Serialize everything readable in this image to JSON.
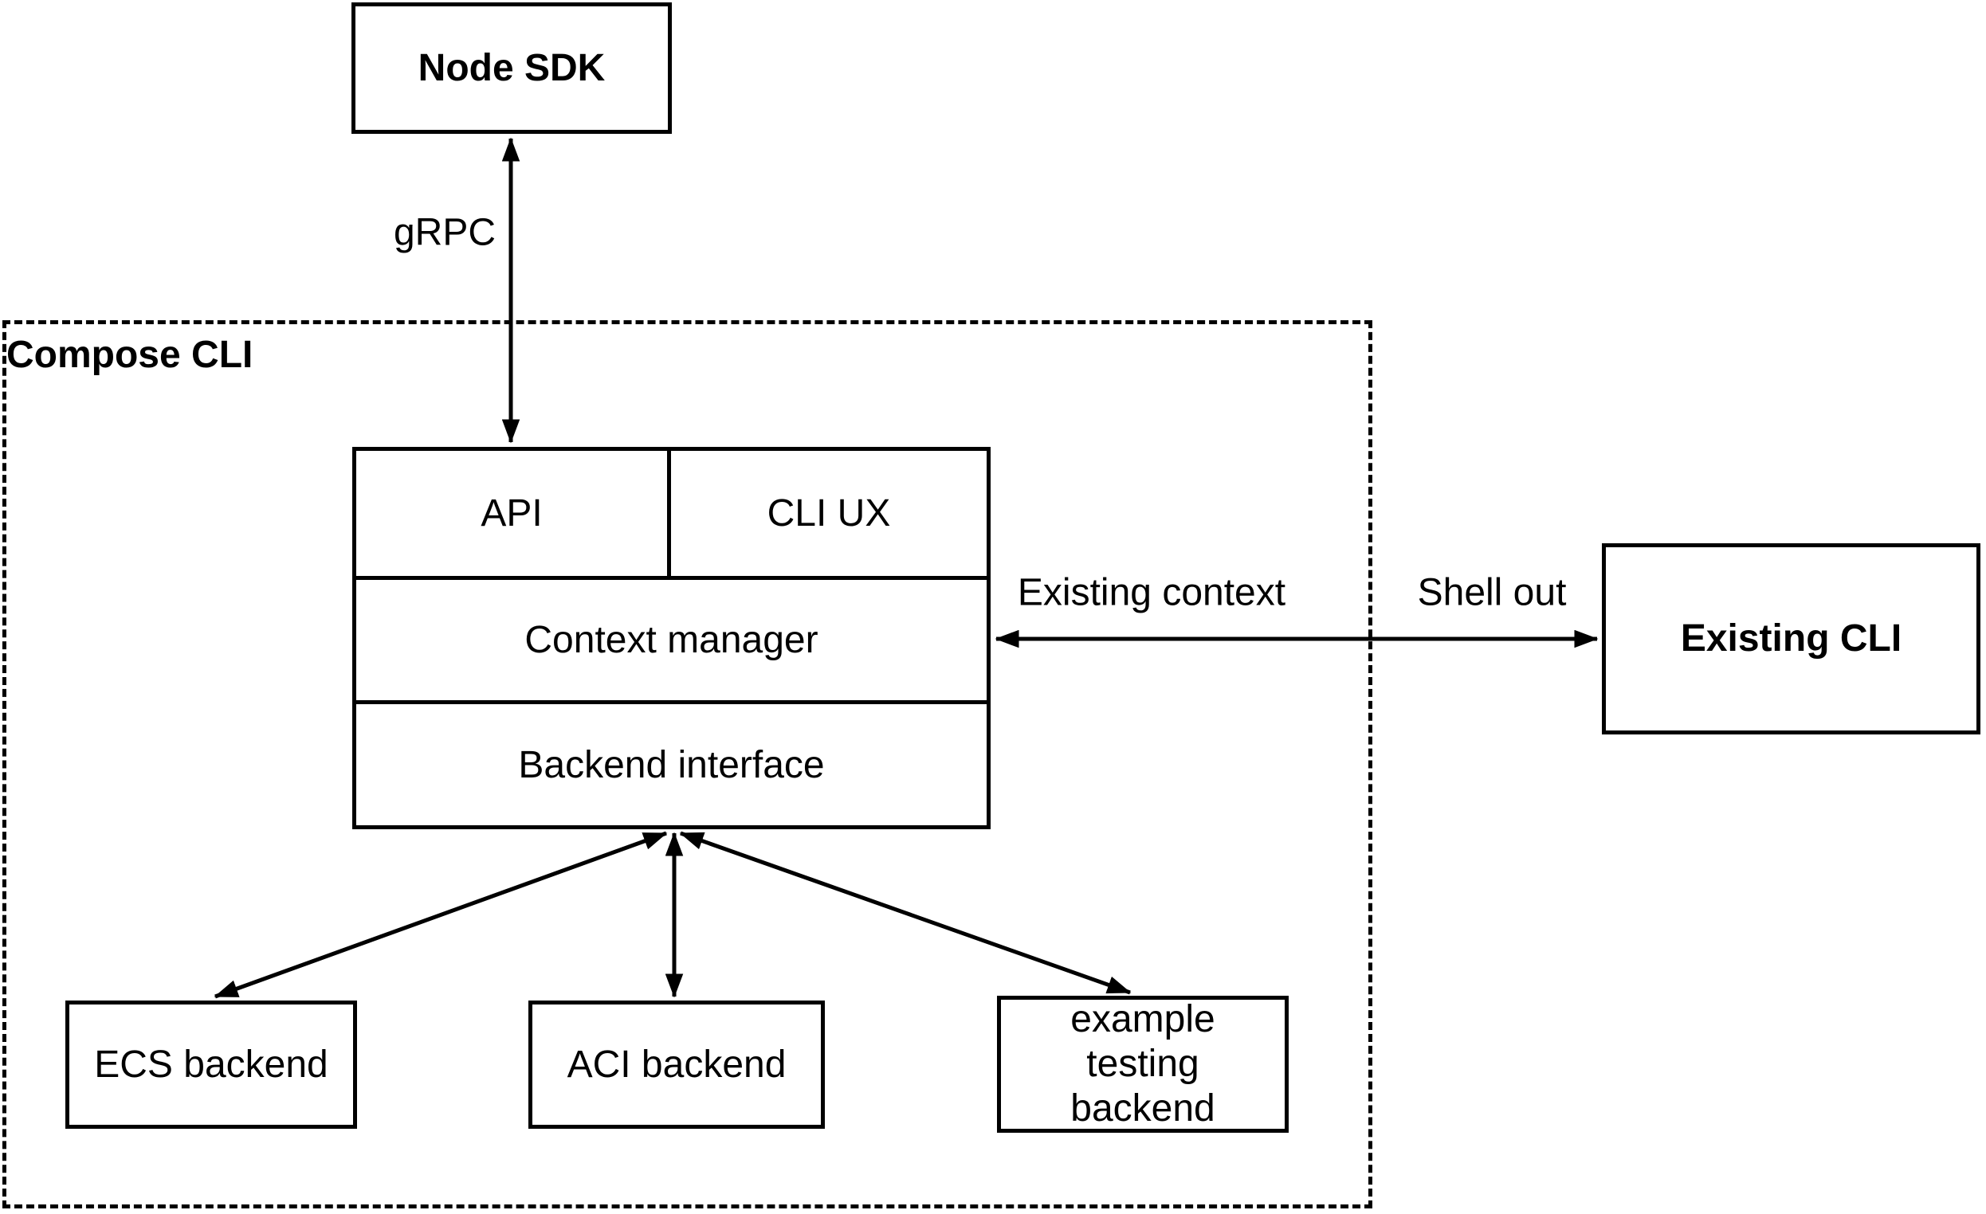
{
  "diagram": {
    "nodes": {
      "node_sdk": {
        "label": "Node SDK"
      },
      "compose_cli": {
        "label": "Compose CLI"
      },
      "api": {
        "label": "API"
      },
      "cli_ux": {
        "label": "CLI UX"
      },
      "context_manager": {
        "label": "Context manager"
      },
      "backend_interface": {
        "label": "Backend interface"
      },
      "existing_cli": {
        "label": "Existing CLI"
      },
      "ecs_backend": {
        "label": "ECS backend"
      },
      "aci_backend": {
        "label": "ACI backend"
      },
      "example_testing_backend": {
        "label": "example testing backend"
      }
    },
    "edges": {
      "grpc": {
        "label": "gRPC"
      },
      "existing_context": {
        "label": "Existing context"
      },
      "shell_out": {
        "label": "Shell out"
      }
    },
    "colors": {
      "stroke": "#000000",
      "background": "#ffffff",
      "text": "#000000"
    }
  }
}
